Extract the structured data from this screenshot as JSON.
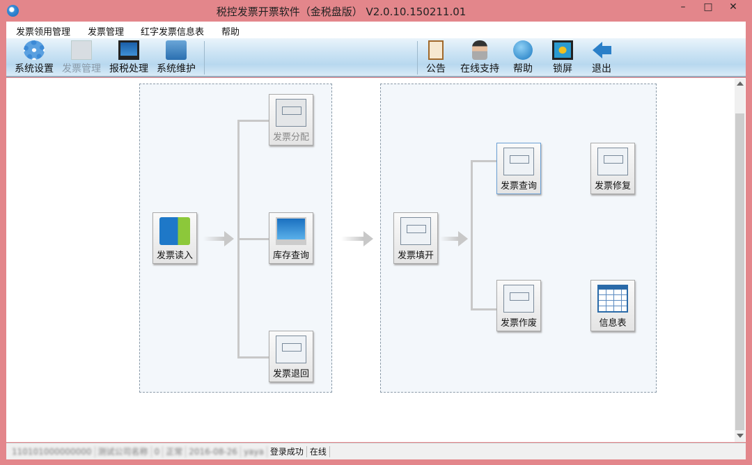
{
  "window": {
    "title": "税控发票开票软件（金税盘版） V2.0.10.150211.01",
    "min": "–",
    "max": "□",
    "close": "✕"
  },
  "menu": [
    "发票领用管理",
    "发票管理",
    "红字发票信息表",
    "帮助"
  ],
  "toolbar_left": [
    {
      "label": "系统设置",
      "icon": "gear-icon",
      "enabled": true
    },
    {
      "label": "发票管理",
      "icon": "invoice-manage-icon",
      "enabled": false
    },
    {
      "label": "报税处理",
      "icon": "monitor-icon",
      "enabled": true
    },
    {
      "label": "系统维护",
      "icon": "folder-gear-icon",
      "enabled": true
    }
  ],
  "toolbar_right": [
    {
      "label": "公告",
      "icon": "clipboard-icon"
    },
    {
      "label": "在线支持",
      "icon": "support-person-icon"
    },
    {
      "label": "帮助",
      "icon": "help-icon"
    },
    {
      "label": "锁屏",
      "icon": "lock-screen-icon"
    },
    {
      "label": "退出",
      "icon": "exit-arrow-icon"
    }
  ],
  "flow": {
    "read": "发票读入",
    "allocate": "发票分配",
    "stock_query": "库存查询",
    "return": "发票退回",
    "fill": "发票填开",
    "query": "发票查询",
    "repair": "发票修复",
    "void": "发票作废",
    "info_table": "信息表"
  },
  "status": {
    "tax_no": "110101000000000",
    "company": "测试公司名称",
    "num": "0",
    "state": "正常",
    "date": "2016-08-26",
    "user": "yaya",
    "login": "登录成功",
    "online": "在线"
  }
}
